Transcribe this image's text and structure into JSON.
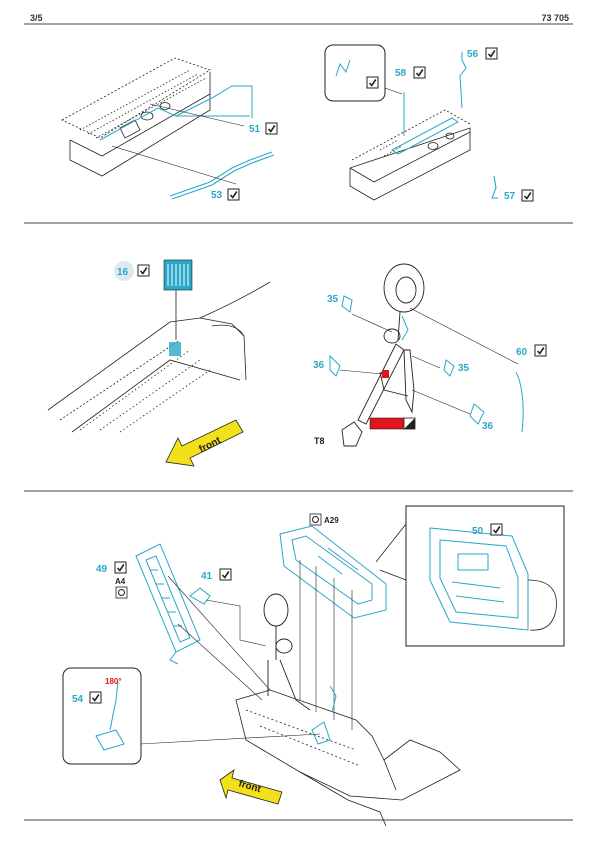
{
  "header": {
    "page": "3/5",
    "code": "73 705"
  },
  "colors": {
    "part": "#2aa7c9",
    "line": "#222222",
    "red": "#e1141e",
    "arrow": "#f2e01a",
    "badge_bg": "#dce9f1"
  },
  "panels": [
    {
      "labels": [
        "51",
        "53",
        "58",
        "56",
        "57"
      ]
    },
    {
      "labels": [
        "16",
        "35",
        "60",
        "36",
        "35",
        "36",
        "T8"
      ],
      "arrow_text": "front"
    },
    {
      "labels": [
        "50",
        "A29",
        "49",
        "41",
        "A4",
        "54",
        "180°"
      ],
      "arrow_text": "front"
    }
  ]
}
